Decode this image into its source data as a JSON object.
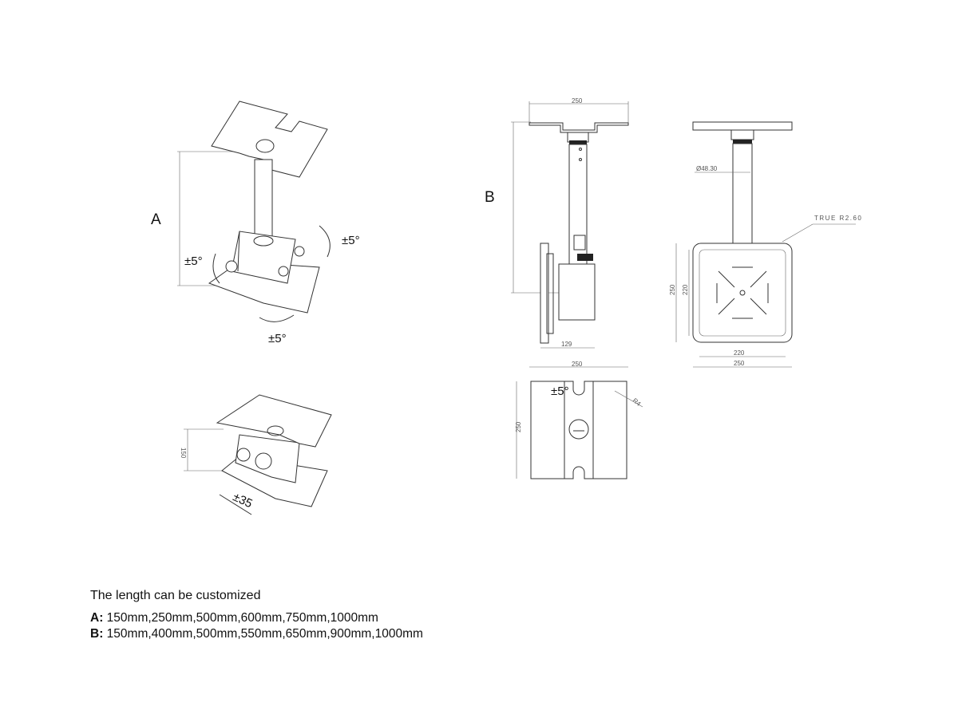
{
  "view_a": {
    "label": "A",
    "rot_right": "±5°",
    "rot_left": "±5°",
    "rot_bottom": "±5°"
  },
  "view_a2": {
    "height_dim": "150",
    "slide": "±35"
  },
  "view_b": {
    "label": "B",
    "top_width": "250",
    "side_depth": "129",
    "tube_dia": "Ø48.30",
    "corner_note": "TRUE R2.60",
    "plate_h_outer": "250",
    "plate_h_inner": "220",
    "plate_w_inner": "220",
    "plate_w_outer": "250",
    "bottom_width": "250",
    "bottom_height": "250",
    "bottom_rot": "±5°",
    "slot_radius": "R4"
  },
  "notes": {
    "title": "The length can be customized",
    "a_label": "A:",
    "a_values": "150mm,250mm,500mm,600mm,750mm,1000mm",
    "b_label": "B:",
    "b_values": "150mm,400mm,500mm,550mm,650mm,900mm,1000mm"
  }
}
